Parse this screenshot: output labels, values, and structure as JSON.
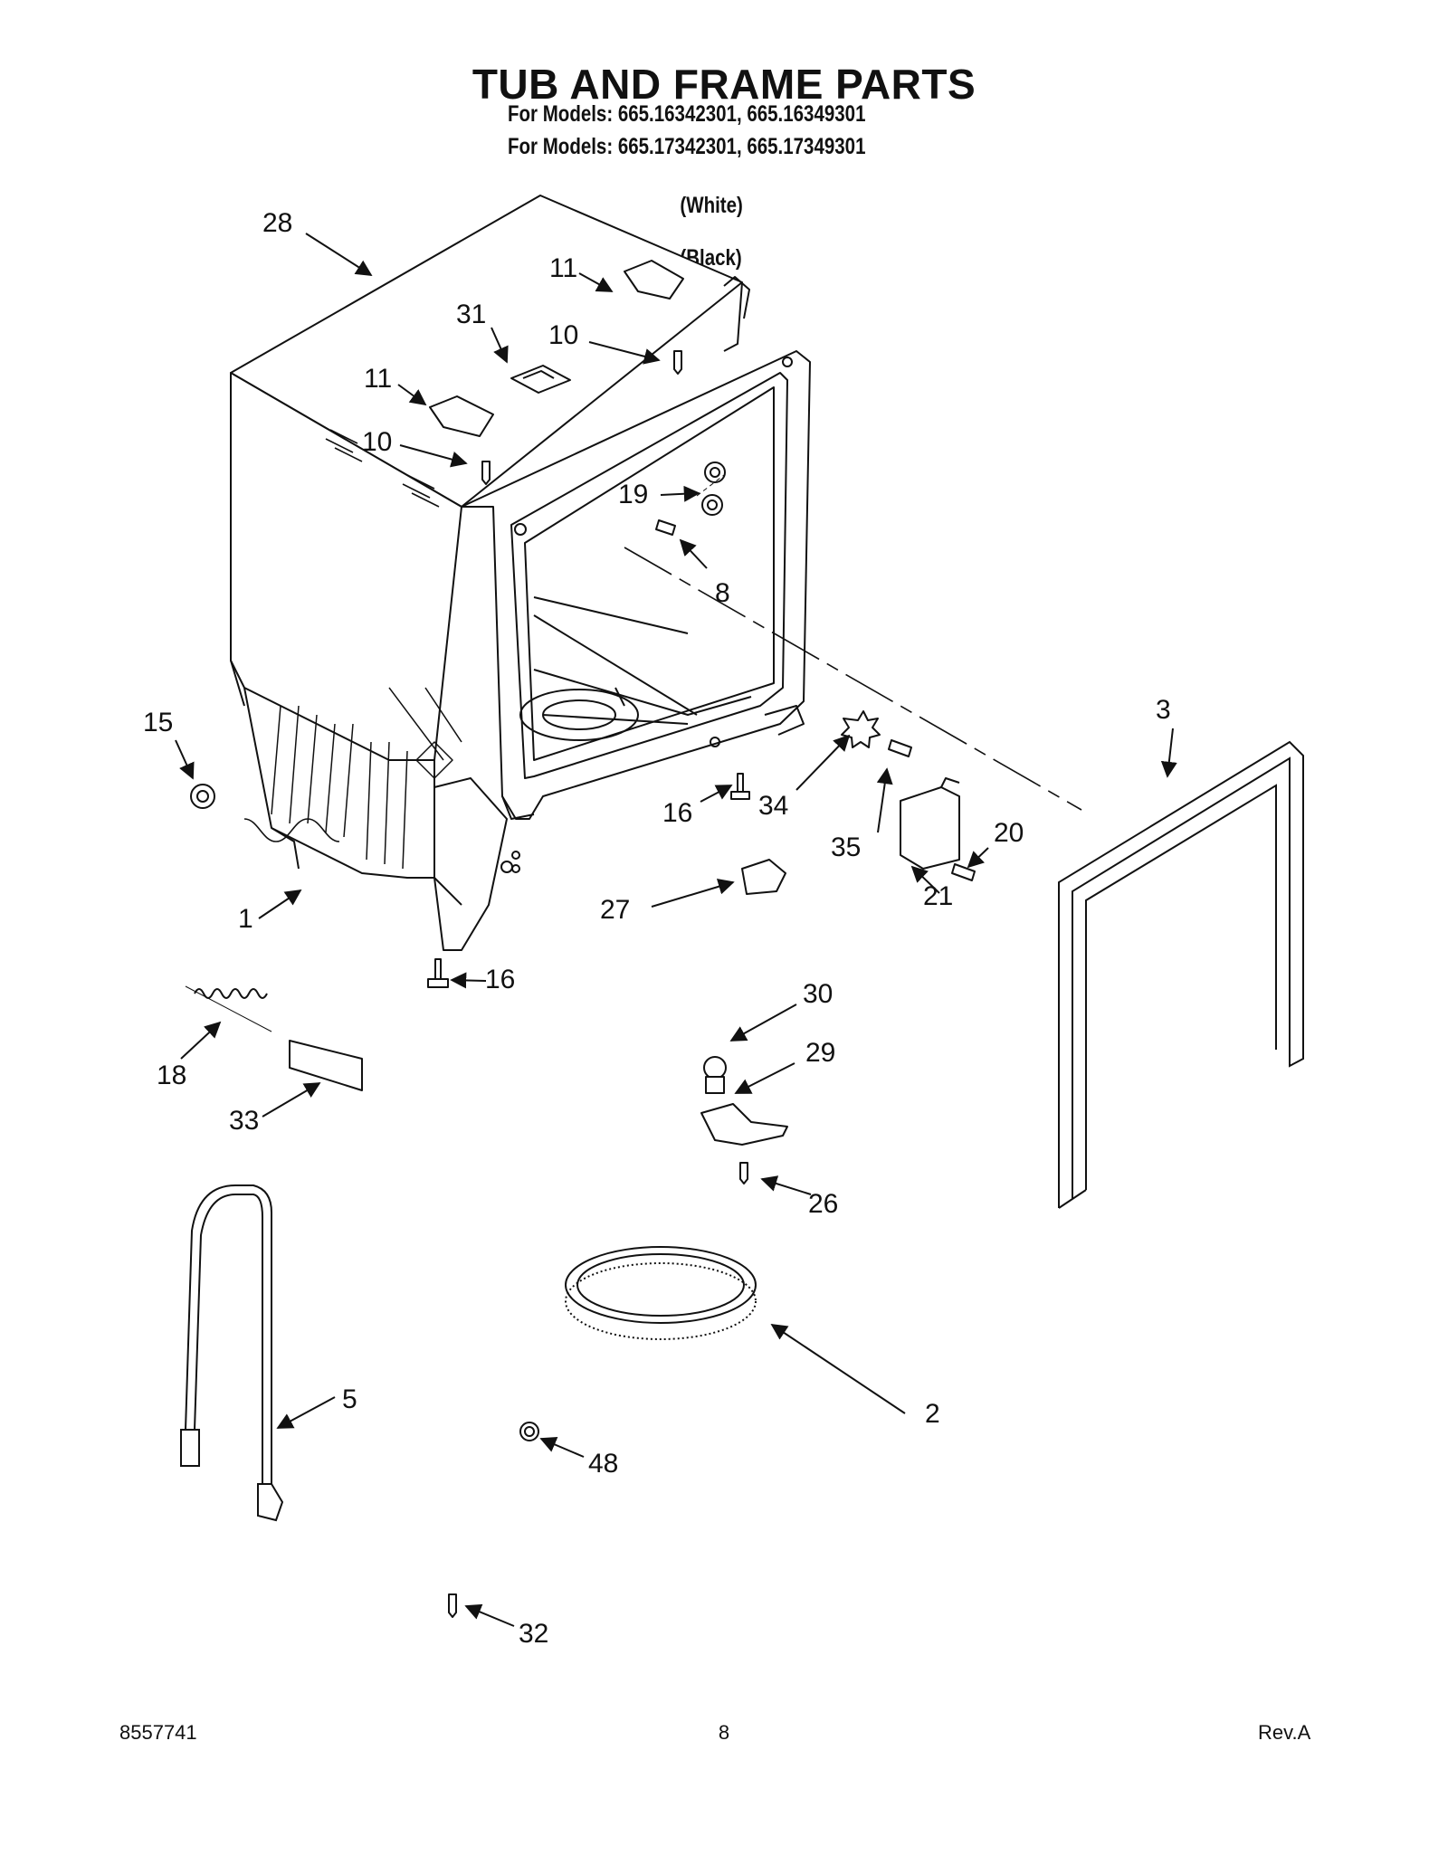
{
  "header": {
    "title": "TUB AND FRAME PARTS",
    "models_line1": "For Models: 665.16342301, 665.16349301",
    "models_line2": "For Models: 665.17342301, 665.17349301",
    "variant_white": "(White)",
    "variant_black": "(Black)"
  },
  "callouts": {
    "c1": "1",
    "c2": "2",
    "c3": "3",
    "c5": "5",
    "c8": "8",
    "c10a": "10",
    "c10b": "10",
    "c11a": "11",
    "c11b": "11",
    "c15": "15",
    "c16a": "16",
    "c16b": "16",
    "c18": "18",
    "c19": "19",
    "c20": "20",
    "c21": "21",
    "c26": "26",
    "c27": "27",
    "c28": "28",
    "c29": "29",
    "c30": "30",
    "c31": "31",
    "c32": "32",
    "c33": "33",
    "c34": "34",
    "c35": "35",
    "c48": "48"
  },
  "footer": {
    "doc_number": "8557741",
    "page_number": "8",
    "revision": "Rev.A"
  }
}
